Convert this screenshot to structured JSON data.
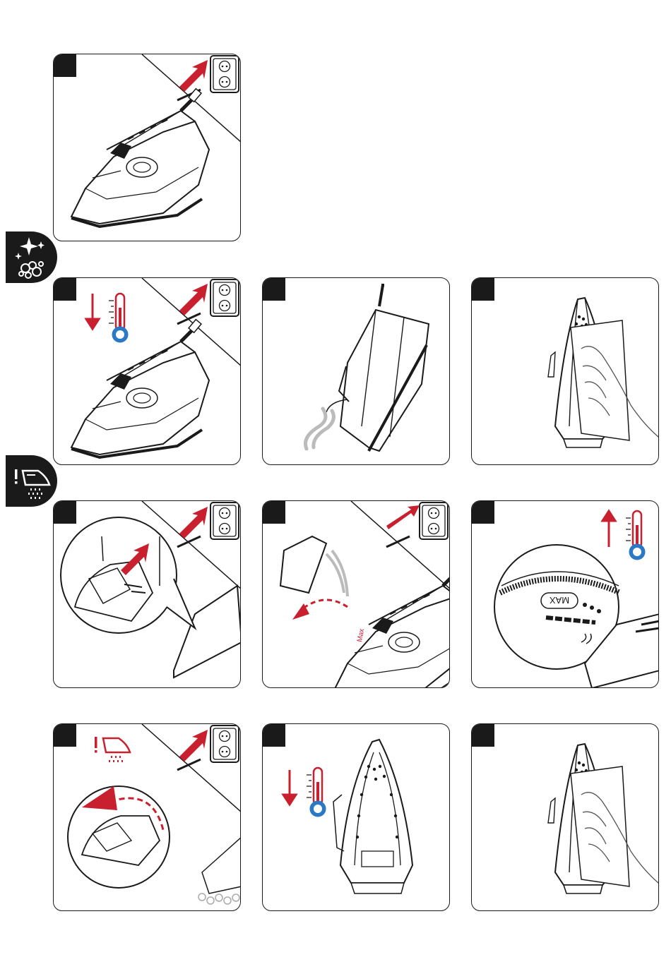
{
  "colors": {
    "accent": "#c8202e",
    "thermo_blue": "#2a78c6",
    "ink": "#1a1a1a"
  },
  "side_tabs": [
    {
      "icon": "sparkle-cleaning-icon"
    },
    {
      "icon": "anti-drip-warning-icon"
    }
  ],
  "steps": [
    {
      "row": 1,
      "col": 1,
      "icon": "iron-unplugged"
    },
    {
      "row": 2,
      "col": 1,
      "icon": "iron-cooling-unplugged"
    },
    {
      "row": 2,
      "col": 2,
      "icon": "iron-on-heel-steam"
    },
    {
      "row": 2,
      "col": 3,
      "icon": "wipe-soleplate"
    },
    {
      "row": 3,
      "col": 1,
      "icon": "steam-selector-zoom"
    },
    {
      "row": 3,
      "col": 2,
      "icon": "fill-water-tank"
    },
    {
      "row": 3,
      "col": 3,
      "icon": "temperature-max-dial"
    },
    {
      "row": 4,
      "col": 1,
      "icon": "anti-drip-selector-zoom"
    },
    {
      "row": 4,
      "col": 2,
      "icon": "iron-cooling-soleplate"
    },
    {
      "row": 4,
      "col": 3,
      "icon": "wipe-soleplate"
    }
  ],
  "labels": {
    "dial_max": "MAX",
    "tank_max": "Max"
  }
}
